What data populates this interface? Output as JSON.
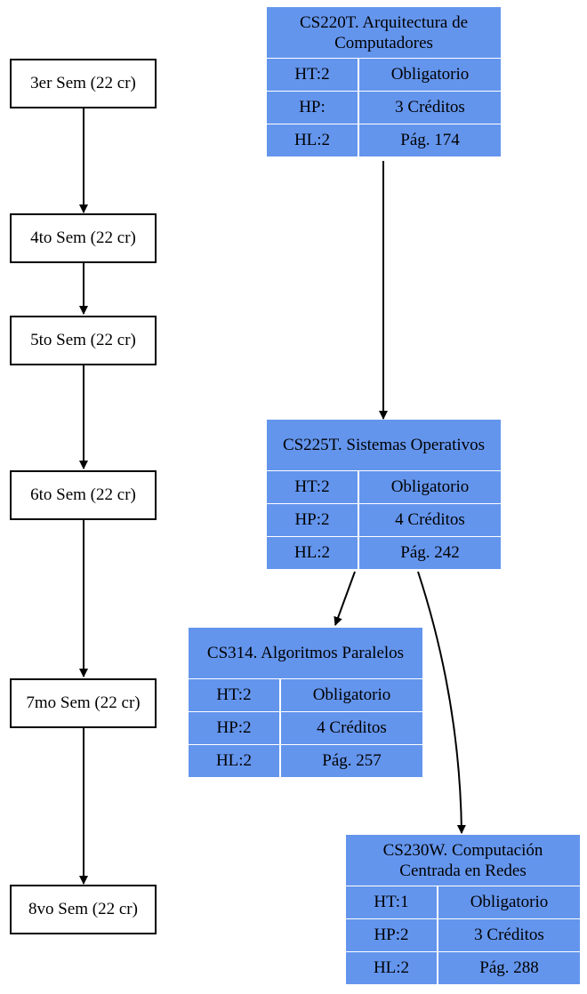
{
  "semesters": [
    "3er Sem (22 cr)",
    "4to Sem (22 cr)",
    "5to Sem (22 cr)",
    "6to Sem (22 cr)",
    "7mo Sem (22 cr)",
    "8vo Sem (22 cr)"
  ],
  "courses": [
    {
      "title": "CS220T. Arquitectura de Computadores",
      "rows": [
        [
          "HT:2",
          "Obligatorio"
        ],
        [
          "HP:",
          "3 Créditos"
        ],
        [
          "HL:2",
          "Pág. 174"
        ]
      ]
    },
    {
      "title": "CS225T. Sistemas Operativos",
      "rows": [
        [
          "HT:2",
          "Obligatorio"
        ],
        [
          "HP:2",
          "4 Créditos"
        ],
        [
          "HL:2",
          "Pág. 242"
        ]
      ]
    },
    {
      "title": "CS314. Algoritmos Paralelos",
      "rows": [
        [
          "HT:2",
          "Obligatorio"
        ],
        [
          "HP:2",
          "4 Créditos"
        ],
        [
          "HL:2",
          "Pág. 257"
        ]
      ]
    },
    {
      "title": "CS230W. Computación Centrada en Redes",
      "rows": [
        [
          "HT:1",
          "Obligatorio"
        ],
        [
          "HP:2",
          "3 Créditos"
        ],
        [
          "HL:2",
          "Pág. 288"
        ]
      ]
    }
  ],
  "colors": {
    "course_fill": "#6495ed",
    "edge": "#000000"
  }
}
